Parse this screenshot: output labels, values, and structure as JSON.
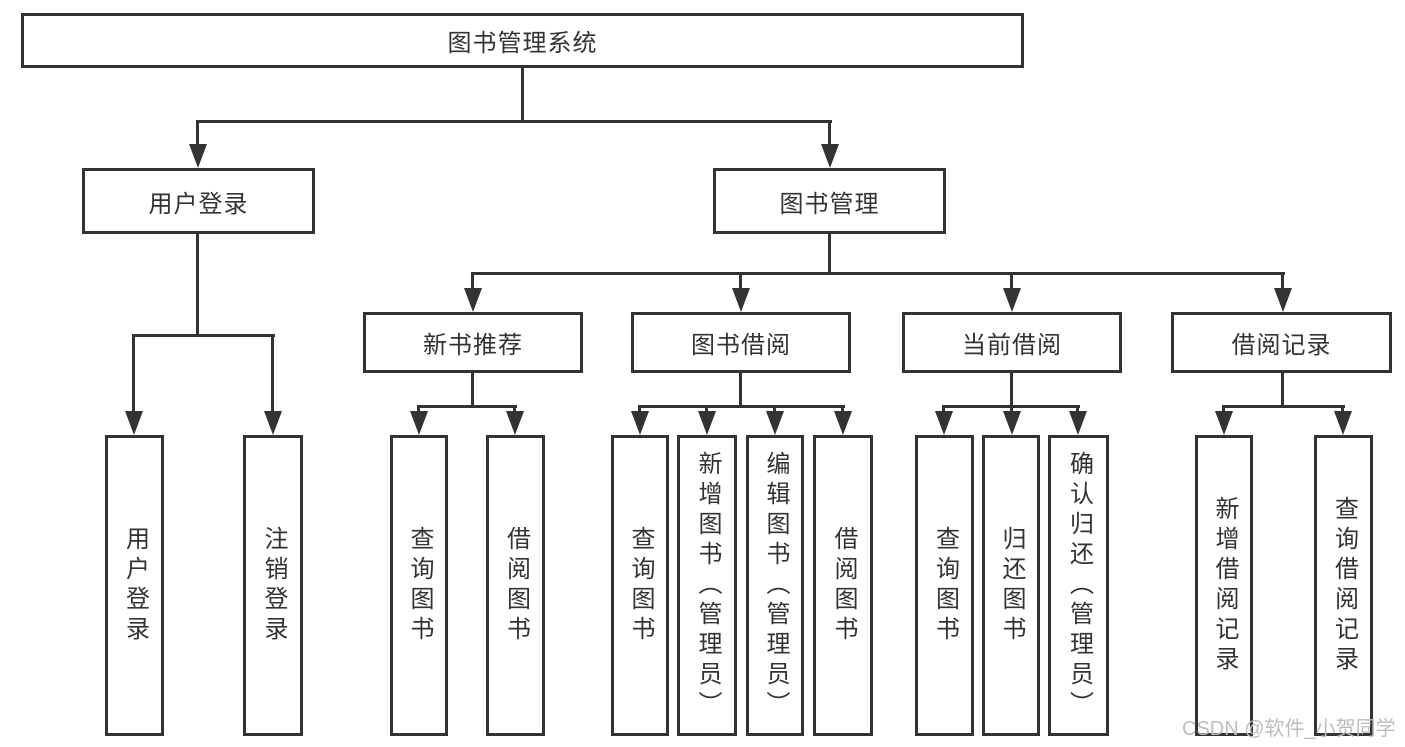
{
  "tree": {
    "root": {
      "label": "图书管理系统"
    },
    "level2": [
      {
        "label": "用户登录"
      },
      {
        "label": "图书管理"
      }
    ],
    "level3": [
      {
        "label": "新书推荐",
        "parent": "图书管理"
      },
      {
        "label": "图书借阅",
        "parent": "图书管理"
      },
      {
        "label": "当前借阅",
        "parent": "图书管理"
      },
      {
        "label": "借阅记录",
        "parent": "图书管理"
      }
    ],
    "leaves": [
      {
        "label": "用户登录",
        "parent": "用户登录"
      },
      {
        "label": "注销登录",
        "parent": "用户登录"
      },
      {
        "label": "查询图书",
        "parent": "新书推荐"
      },
      {
        "label": "借阅图书",
        "parent": "新书推荐"
      },
      {
        "label": "查询图书",
        "parent": "图书借阅"
      },
      {
        "label": "新增图书（管理员）",
        "parent": "图书借阅"
      },
      {
        "label": "编辑图书（管理员）",
        "parent": "图书借阅"
      },
      {
        "label": "借阅图书",
        "parent": "图书借阅"
      },
      {
        "label": "查询图书",
        "parent": "当前借阅"
      },
      {
        "label": "归还图书",
        "parent": "当前借阅"
      },
      {
        "label": "确认归还（管理员）",
        "parent": "当前借阅"
      },
      {
        "label": "新增借阅记录",
        "parent": "借阅记录"
      },
      {
        "label": "查询借阅记录",
        "parent": "借阅记录"
      }
    ]
  },
  "watermark": "CSDN @软件_小贺同学",
  "colors": {
    "line": "#333333",
    "text": "#333333",
    "watermark": "#bdbdbd",
    "background": "#ffffff"
  }
}
